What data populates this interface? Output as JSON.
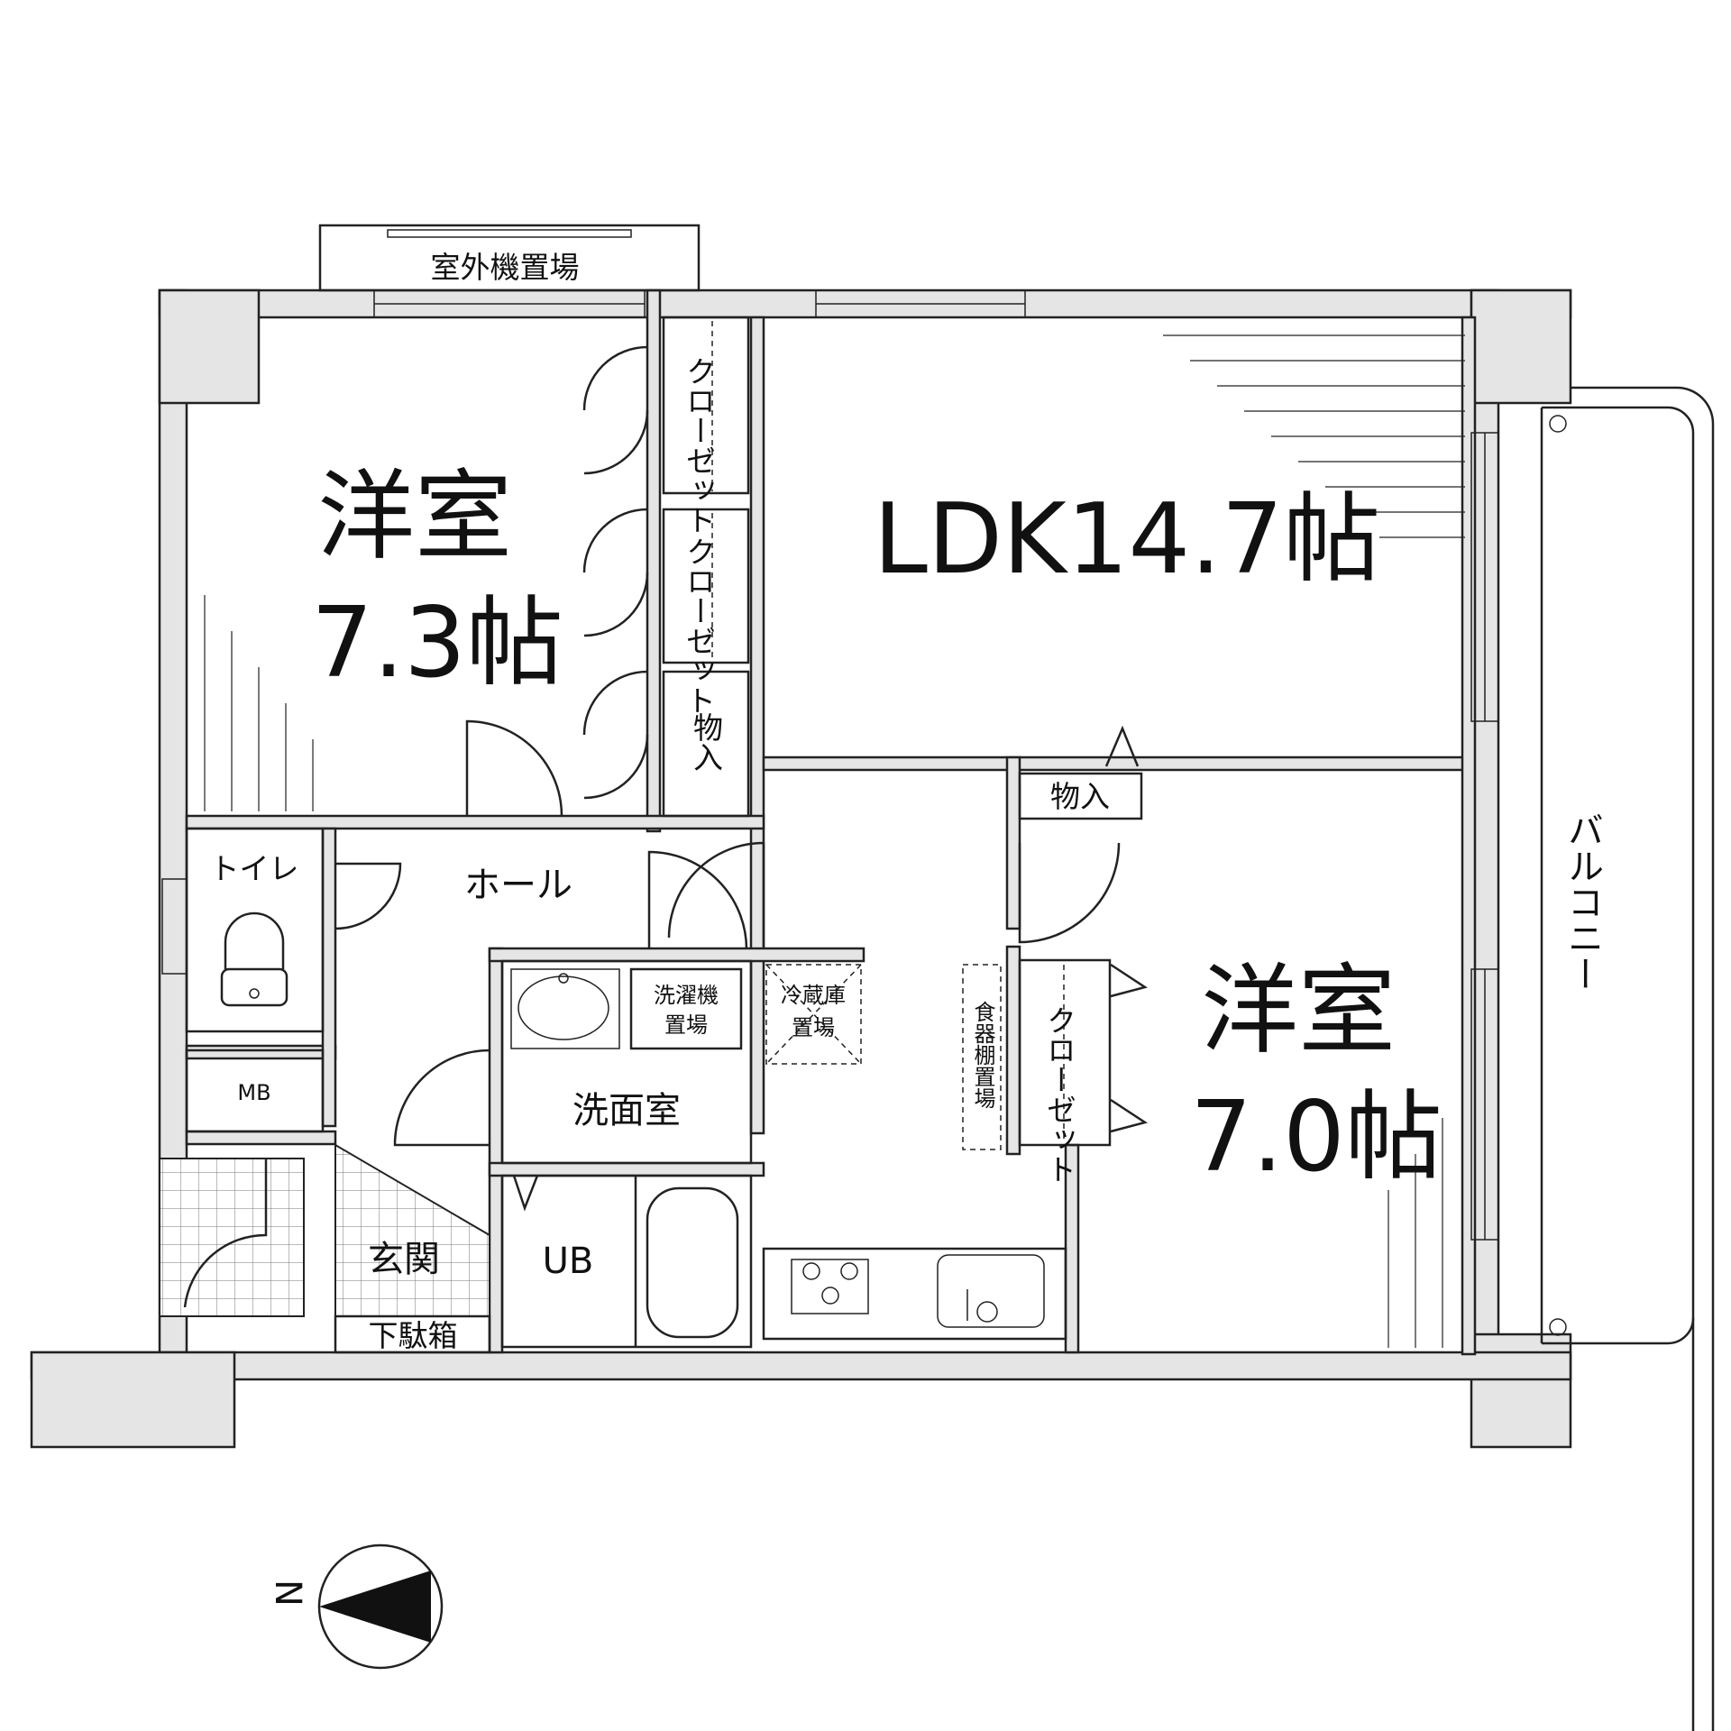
{
  "outdoor_unit_label": "室外機置場",
  "west_room": {
    "name": "洋室",
    "size": "7.3帖"
  },
  "ldk_label": "LDK14.7帖",
  "east_room": {
    "name": "洋室",
    "size": "7.0帖"
  },
  "closet_label": "クローゼット",
  "storage_label": "物入",
  "balcony_label": "バルコニー",
  "toilet_label": "トイレ",
  "hall_label": "ホール",
  "mb_label": "MB",
  "washer_label": [
    "洗濯機",
    "置場"
  ],
  "fridge_label": [
    "冷蔵庫",
    "置場"
  ],
  "washroom_label": "洗面室",
  "dish_shelf_label": "食器棚置場",
  "entrance_label": "玄関",
  "shoe_box_label": "下駄箱",
  "bath_label": "UB",
  "compass_label": "N"
}
